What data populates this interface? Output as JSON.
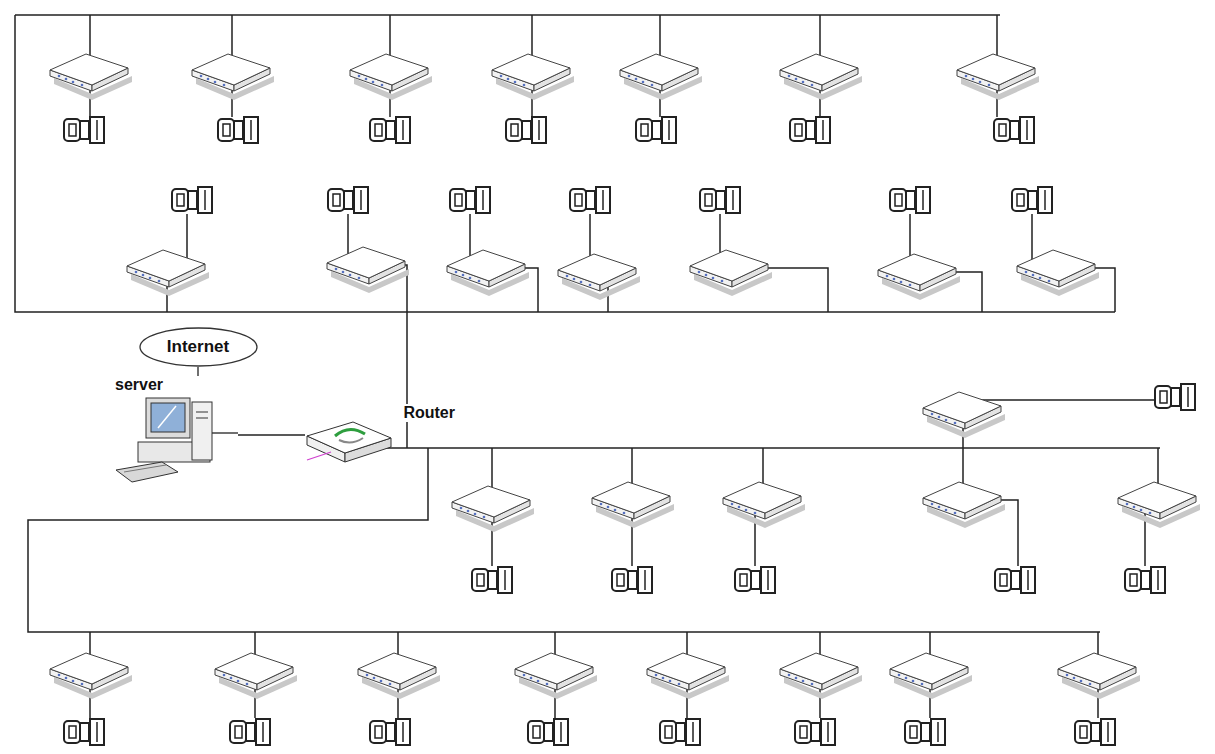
{
  "diagram": {
    "nodes": [
      {
        "text": [
          "Internet"
        ]
      },
      {
        "text": [
          "server"
        ]
      },
      {
        "text": [
          "Router"
        ]
      }
    ],
    "edges": [
      {
        "from": 0,
        "to": 1,
        "arrow": "none"
      },
      {
        "from": 1,
        "to": 2,
        "arrow": "none"
      }
    ]
  }
}
